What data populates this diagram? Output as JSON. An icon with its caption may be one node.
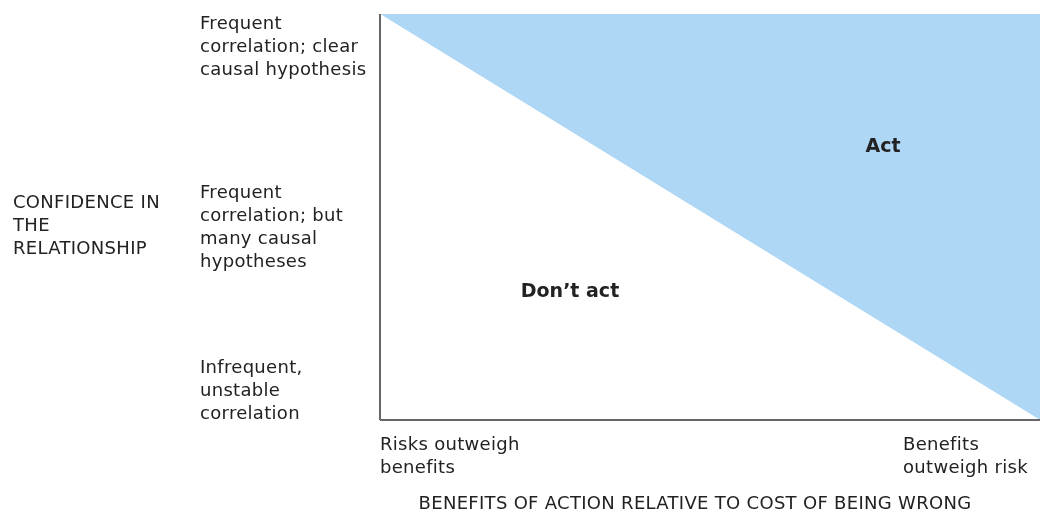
{
  "diagram": {
    "nodes": [
      {
        "text": [
          "Act"
        ]
      },
      {
        "text": [
          "Don’t act"
        ]
      }
    ],
    "labels": [
      "CONFIDENCE IN THE RELATIONSHIP",
      "Frequent correlation; clear causal hypothesis",
      "Frequent correlation; but many causal hypotheses",
      "Infrequent, unstable correlation",
      "Risks outweigh benefits",
      "Benefits outweigh risk",
      "BENEFITS OF ACTION RELATIVE TO COST OF BEING WRONG"
    ]
  }
}
